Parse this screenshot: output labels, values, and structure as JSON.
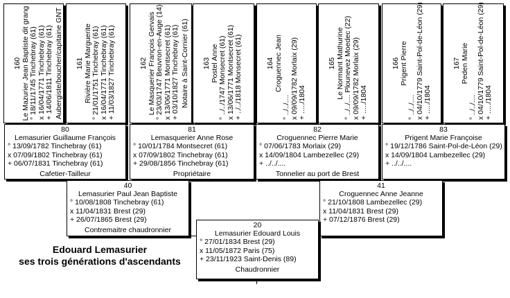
{
  "title": {
    "line1": "Edouard Lemasurier",
    "line2": "ses trois générations d'ascendants"
  },
  "persons": {
    "p160": {
      "num": "160",
      "name": "Le Mazurier Jean Baptiste dit grang",
      "birth": "° 18/11/1745 Tinchebray (61)",
      "marriage": "x 16/04/1771 Tinchebray (61)",
      "death": "+ 14/06/1811 Tinchebray (61)",
      "profession": "Aubergiste/boucher/capitaine GNT"
    },
    "p161": {
      "num": "161",
      "name": "Rivière Marie Marguerite",
      "birth": "° 21/01/1751 Tinchebray (61)",
      "marriage": "x 16/04/1771 Tinchebray (61)",
      "death": "+ 11/03/1827 Tinchebray (61)",
      "profession": ""
    },
    "p162": {
      "num": "162",
      "name": "Le Masquerier François Gervais",
      "birth": "° 23/03/1747 Beuvron-en-Auge (14)",
      "marriage": "x 13/06/1771 Montsecret (61)",
      "death": "+ 03/10/1827 Tinchebray (61)",
      "profession": "Notaire à Saint-Cornier (61)"
    },
    "p163": {
      "num": "163",
      "name": "Postel Anne",
      "birth": "° ../../1747 Monsecret (61)",
      "marriage": "x 13/06/1771 Montsecret (61)",
      "death": "+ ../../1818 Monsecret (61)",
      "profession": ""
    },
    "p164": {
      "num": "164",
      "name": "Croguennec Jean",
      "birth": "° ../../....",
      "marriage": "x 09/09/1782 Morlaix (29)",
      "death": "+ ...../1804",
      "profession": ""
    },
    "p165": {
      "num": "165",
      "name": "Le Normant Mathurine",
      "birth": "° ../../.... Plounevez Moedec (22)",
      "marriage": "x 09/09/1782 Morlaix (29)",
      "death": "+ ...../1804",
      "profession": ""
    },
    "p166": {
      "num": "166",
      "name": "Prigent Pierre",
      "birth": "° ../../....",
      "marriage": "x 04/10/1779 Saint-Pol-de-Léon (29)",
      "death": "+ ...../1804",
      "profession": ""
    },
    "p167": {
      "num": "167",
      "name": "Peden Marie",
      "birth": "° ../../....",
      "marriage": "x 04/10/1779 Saint-Pol-de-Léon (29)",
      "death": "+ ...../1804",
      "profession": ""
    },
    "p80": {
      "num": "80",
      "name": "Lemasurier Guillaume François",
      "birth": "° 13/09/1782 Tinchebray (61)",
      "marriage": "x 07/09/1802 Tinchebray (61)",
      "death": "+ 06/07/1831 Tinchebray (61)",
      "profession": "Cafetier-Tailleur"
    },
    "p81": {
      "num": "81",
      "name": "Lemasquerier Anne Rose",
      "birth": "° 10/01/1784 Montsecret (61)",
      "marriage": "x 07/09/1802 Tinchebray (61)",
      "death": "+ 29/08/1856 Tinchebray (61)",
      "profession": "Propriétaire"
    },
    "p82": {
      "num": "82",
      "name": "Croguennec Pierre Marie",
      "birth": "° 07/06/1783 Morlaix (29)",
      "marriage": "x 14/09/1804 Lambezellec (29)",
      "death": "+ ../../....",
      "profession": "Tonnelier au port de Brest"
    },
    "p83": {
      "num": "83",
      "name": "Prigent Marie Françoise",
      "birth": "° 19/12/1786 Saint-Pol-de-Léon (29)",
      "marriage": "x 14/09/1804 Lambezellec (29)",
      "death": "+ ../../....",
      "profession": ""
    },
    "p40": {
      "num": "40",
      "name": "Lemasurier Paul Jean Baptiste",
      "birth": "° 10/08/1808 Tinchebray (61)",
      "marriage": "x 11/04/1831 Brest (29)",
      "death": "+ 26/07/1865 Brest (29)",
      "profession": "Contremaitre chaudronnier"
    },
    "p41": {
      "num": "41",
      "name": "Croguennec Anne Jeanne",
      "birth": "° 21/10/1808 Lambezellec (29)",
      "marriage": "x 11/04/1831 Brest (29)",
      "death": "+ 07/12/1876 Brest (29)",
      "profession": ""
    },
    "p20": {
      "num": "20",
      "name": "Lemasurier Edouard Louis",
      "birth": "° 27/01/1834 Brest (29)",
      "marriage": "x 11/05/1872 Paris (75)",
      "death": "+ 23/11/1923 Saint-Denis (89)",
      "profession": "Chaudronnier"
    }
  }
}
